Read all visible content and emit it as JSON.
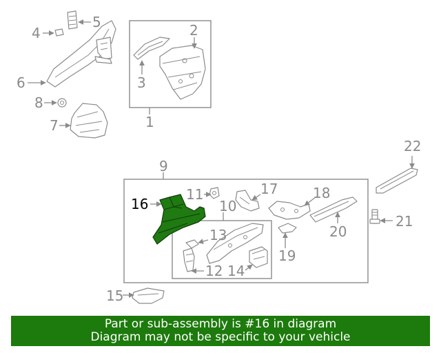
{
  "colors": {
    "highlight": "#1f7a12",
    "banner_background": "#1d7a0c",
    "banner_text": "#ffffff",
    "line": "#8a8a8a"
  },
  "callouts": {
    "c1": "1",
    "c2": "2",
    "c3": "3",
    "c4": "4",
    "c5": "5",
    "c6": "6",
    "c7": "7",
    "c8": "8",
    "c9": "9",
    "c10": "10",
    "c11": "11",
    "c12": "12",
    "c13": "13",
    "c14": "14",
    "c15": "15",
    "c16": "16",
    "c17": "17",
    "c18": "18",
    "c19": "19",
    "c20": "20",
    "c21": "21",
    "c22": "22"
  },
  "highlighted_part": "16",
  "banner": {
    "line1": "Part or sub-assembly is #16 in diagram",
    "line2": "Diagram may not be specific to your vehicle"
  }
}
